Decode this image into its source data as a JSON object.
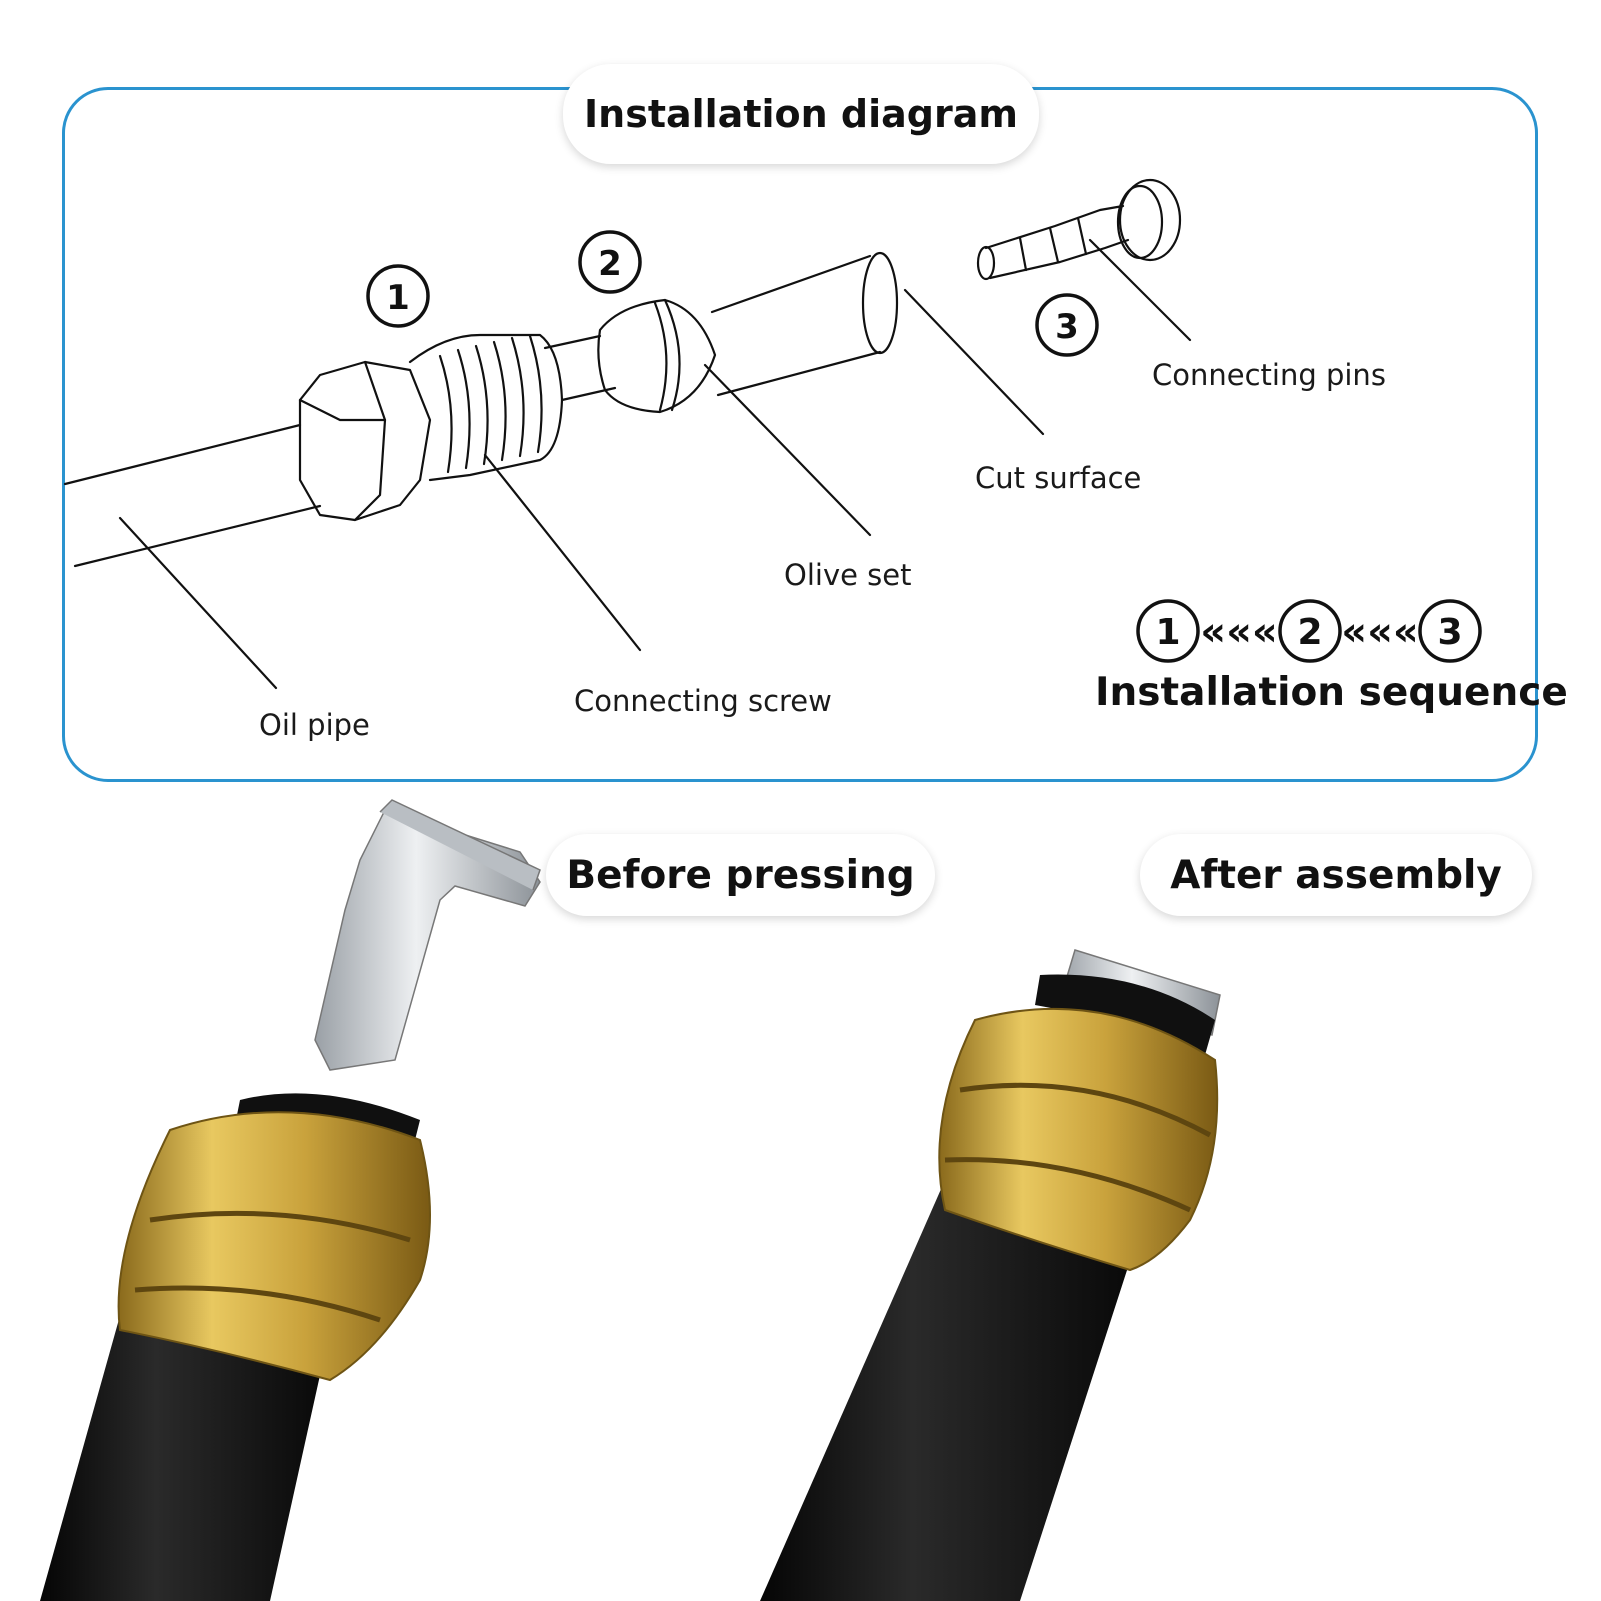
{
  "title": "Installation diagram",
  "labels": {
    "oil_pipe": "Oil pipe",
    "connecting_screw": "Connecting screw",
    "olive_set": "Olive set",
    "cut_surface": "Cut surface",
    "connecting_pins": "Connecting pins"
  },
  "callouts": [
    "1",
    "2",
    "3"
  ],
  "sequence": {
    "steps": [
      "1",
      "2",
      "3"
    ],
    "arrow": "«««",
    "title": "Installation sequence"
  },
  "photo_labels": {
    "before": "Before pressing",
    "after": "After assembly"
  },
  "colors": {
    "frame": "#2a93cf",
    "brass": "#c9a23c",
    "hose": "#141414",
    "steel": "#c8ccd0"
  }
}
